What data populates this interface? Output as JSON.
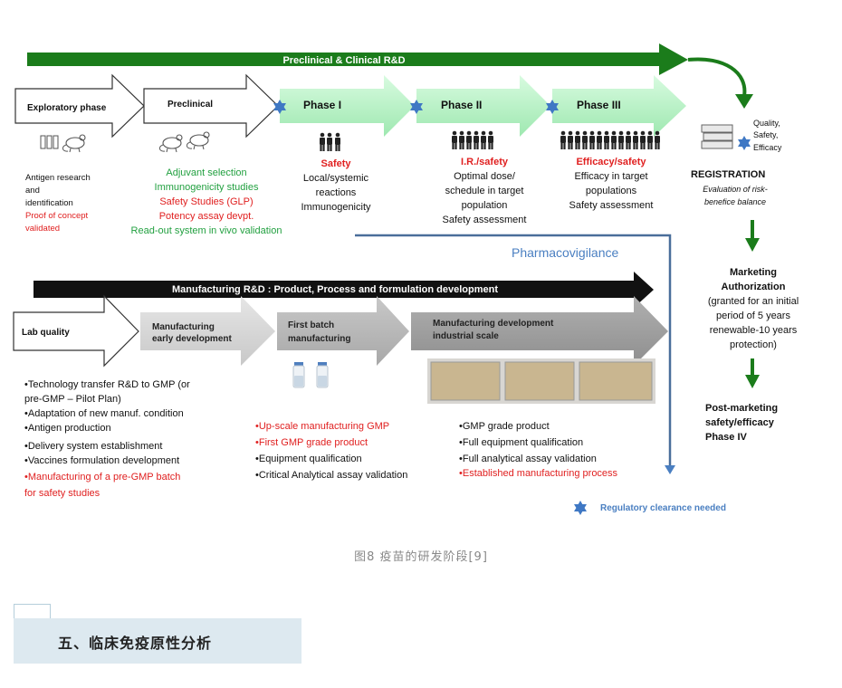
{
  "top_bar": "Preclinical & Clinical R&D",
  "phases": [
    "Exploratory phase",
    "Preclinical",
    "Phase I",
    "Phase II",
    "Phase III"
  ],
  "exploratory_text": {
    "black": [
      "Antigen research",
      "and",
      "identification"
    ],
    "red": [
      "Proof of concept",
      "validated"
    ]
  },
  "preclinical_text": {
    "green1": [
      "Adjuvant selection",
      "Immunogenicity studies"
    ],
    "red": [
      "Safety Studies (GLP)",
      "Potency assay devpt."
    ],
    "green2": [
      "Read-out system in vivo validation"
    ]
  },
  "phase1": {
    "heading": "Safety",
    "lines": [
      "Local/systemic",
      "reactions",
      "Immunogenicity"
    ]
  },
  "phase2": {
    "heading": "I.R./safety",
    "lines": [
      "Optimal dose/",
      "schedule in target",
      "population",
      "Safety assessment"
    ]
  },
  "phase3": {
    "heading": "Efficacy/safety",
    "lines": [
      "Efficacy in target",
      "populations",
      "Safety assessment"
    ]
  },
  "qse": [
    "Quality,",
    "Safety,",
    "Efficacy"
  ],
  "registration": {
    "title": "REGISTRATION",
    "sub": [
      "Evaluation of risk-",
      "benefice balance"
    ]
  },
  "pharmacovigilance": "Pharmacovigilance",
  "marketing": {
    "bold": [
      "Marketing",
      "Authorization"
    ],
    "normal": [
      "(granted for an initial",
      "period of 5 years",
      "renewable-10 years",
      "protection)"
    ]
  },
  "post_marketing": [
    "Post-marketing",
    "safety/efficacy",
    "Phase IV"
  ],
  "mfg_bar": "Manufacturing R&D : Product, Process and formulation development",
  "mfg_stages": {
    "lab": "Lab quality",
    "early": [
      "Manufacturing",
      "early development"
    ],
    "first": [
      "First batch",
      "manufacturing"
    ],
    "industrial": [
      "Manufacturing development",
      "industrial scale"
    ]
  },
  "lab_list": {
    "black": [
      "•Technology transfer R&D to GMP (or",
      "pre-GMP – Pilot Plan)",
      "•Adaptation of new manuf. condition",
      "•Antigen production",
      "•Delivery system establishment",
      "•Vaccines formulation development"
    ],
    "red": [
      "•Manufacturing of a pre-GMP batch",
      "for safety studies"
    ]
  },
  "first_list": {
    "red": [
      "•Up-scale manufacturing GMP",
      "•First GMP grade product"
    ],
    "black": [
      "•Equipment qualification",
      "•Critical Analytical assay validation"
    ]
  },
  "industrial_list": {
    "black": [
      "•GMP grade product",
      "•Full equipment qualification",
      "•Full analytical assay validation"
    ],
    "red": [
      "•Established manufacturing process"
    ]
  },
  "legend": "Regulatory clearance needed",
  "caption": "图8 疫苗的研发阶段[9]",
  "section_title": "五、临床免疫原性分析",
  "colors": {
    "green": "#1a7a1a",
    "lightgreen": "#b7f2c4",
    "red": "#e02020",
    "textgreen": "#22a040",
    "blue": "#4a7fc1",
    "darkbar": "#111111"
  }
}
